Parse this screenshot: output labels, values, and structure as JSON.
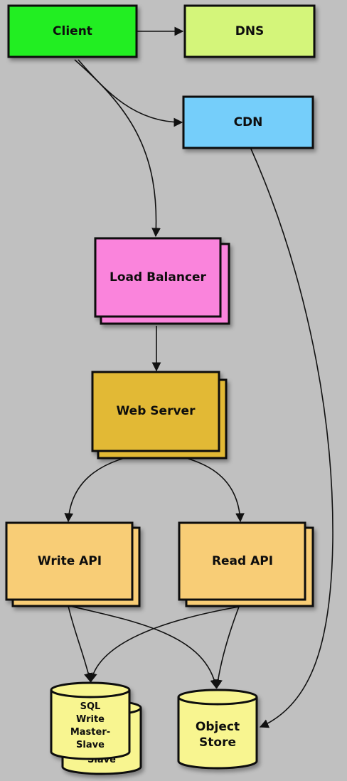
{
  "nodes": {
    "client": {
      "label": "Client",
      "color": "#22ee22"
    },
    "dns": {
      "label": "DNS",
      "color": "#d4f57a"
    },
    "cdn": {
      "label": "CDN",
      "color": "#74cefa"
    },
    "load_balancer": {
      "label": "Load Balancer",
      "color": "#fa84dc"
    },
    "web_server": {
      "label": "Web Server",
      "color": "#e2b935"
    },
    "write_api": {
      "label": "Write API",
      "color": "#f8cd76"
    },
    "read_api": {
      "label": "Read API",
      "color": "#f8cd76"
    },
    "sql_db": {
      "lines": [
        "SQL",
        "Write",
        "Master-",
        "Slave"
      ],
      "back_label": "Slave",
      "color": "#f8f590"
    },
    "object_store": {
      "lines": [
        "Object",
        "Store"
      ],
      "color": "#f8f590"
    }
  },
  "edges": [
    {
      "from": "Client",
      "to": "DNS"
    },
    {
      "from": "Client",
      "to": "CDN"
    },
    {
      "from": "Client",
      "to": "Load Balancer"
    },
    {
      "from": "CDN",
      "to": "Object Store"
    },
    {
      "from": "Load Balancer",
      "to": "Web Server"
    },
    {
      "from": "Web Server",
      "to": "Write API"
    },
    {
      "from": "Web Server",
      "to": "Read API"
    },
    {
      "from": "Write API",
      "to": "SQL Write Master-Slave"
    },
    {
      "from": "Write API",
      "to": "Object Store"
    },
    {
      "from": "Read API",
      "to": "SQL Write Master-Slave"
    },
    {
      "from": "Read API",
      "to": "Object Store"
    }
  ]
}
